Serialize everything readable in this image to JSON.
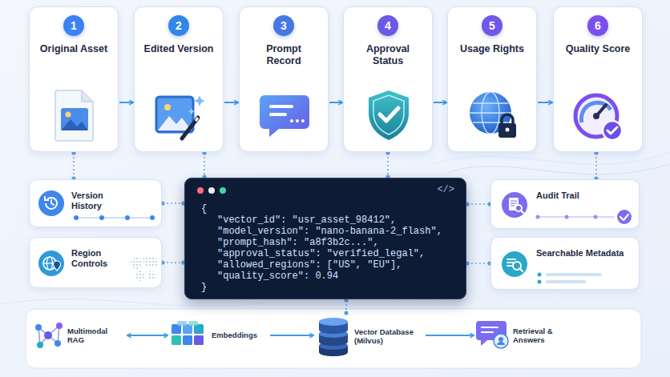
{
  "diagram": {
    "nodes": [
      {
        "text": [
          "1",
          "Original Asset"
        ]
      },
      {
        "text": [
          "2",
          "Edited Version"
        ]
      },
      {
        "text": [
          "3",
          "Prompt Record"
        ]
      },
      {
        "text": [
          "4",
          "Approval Status"
        ]
      },
      {
        "text": [
          "5",
          "Usage Rights"
        ]
      },
      {
        "text": [
          "6",
          "Quality Score"
        ]
      },
      {
        "text": [
          "Version History"
        ]
      },
      {
        "text": [
          "</>",
          "{",
          "\"vector_id\": \"usr_asset_98412\",",
          "\"model_version\": \"nano-banana-2_flash\",",
          "\"prompt_hash\": \"a8f3b2c...\",",
          "\"approval_status\": \"verified_legal\",",
          "\"allowed_regions\": [\"US\", \"EU\"],",
          "\"quality_score\": 0.94",
          "}"
        ]
      },
      {
        "text": [
          "Audit Trail"
        ]
      },
      {
        "text": [
          "Region Controls"
        ]
      },
      {
        "text": [
          "Searchable Metadata"
        ]
      },
      {
        "text": [
          "Multimodal RAG"
        ]
      },
      {
        "text": [
          "Embeddings"
        ]
      },
      {
        "text": [
          "Vector Database (Milvus)"
        ]
      },
      {
        "text": [
          "Retrieval & Answers"
        ]
      }
    ],
    "edges": [
      {
        "from": 0,
        "to": 1,
        "arrow": "to"
      },
      {
        "from": 1,
        "to": 2,
        "arrow": "to"
      },
      {
        "from": 2,
        "to": 3,
        "arrow": "to"
      },
      {
        "from": 3,
        "to": 4,
        "arrow": "to"
      },
      {
        "from": 4,
        "to": 5,
        "arrow": "to"
      },
      {
        "from": 0,
        "to": 6,
        "arrow": "none"
      },
      {
        "from": 1,
        "to": 7,
        "arrow": "none"
      },
      {
        "from": 3,
        "to": 7,
        "arrow": "none"
      },
      {
        "from": 5,
        "to": 8,
        "arrow": "none"
      },
      {
        "from": 6,
        "to": 7,
        "arrow": "none"
      },
      {
        "from": 9,
        "to": 7,
        "arrow": "none"
      },
      {
        "from": 7,
        "to": 8,
        "arrow": "none"
      },
      {
        "from": 7,
        "to": 10,
        "arrow": "none"
      },
      {
        "from": 11,
        "to": 12,
        "arrow": "both"
      },
      {
        "from": 12,
        "to": 13,
        "arrow": "to"
      },
      {
        "from": 13,
        "to": 14,
        "arrow": "to"
      },
      {
        "from": 7,
        "to": 13,
        "arrow": "none"
      }
    ]
  }
}
